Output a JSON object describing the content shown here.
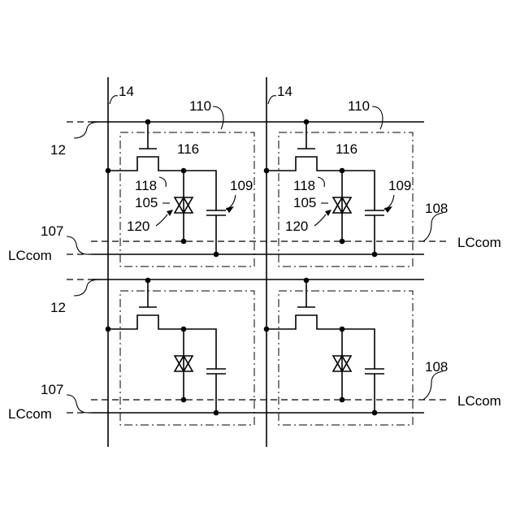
{
  "labels": {
    "data_line": "14",
    "gate_line": "12",
    "pixel_region": "110",
    "tft": "116",
    "node": "118",
    "element": "105",
    "mark": "120",
    "capacitor": "109",
    "storage_line_left": "107",
    "storage_line_right": "108",
    "common": "LCcom"
  }
}
